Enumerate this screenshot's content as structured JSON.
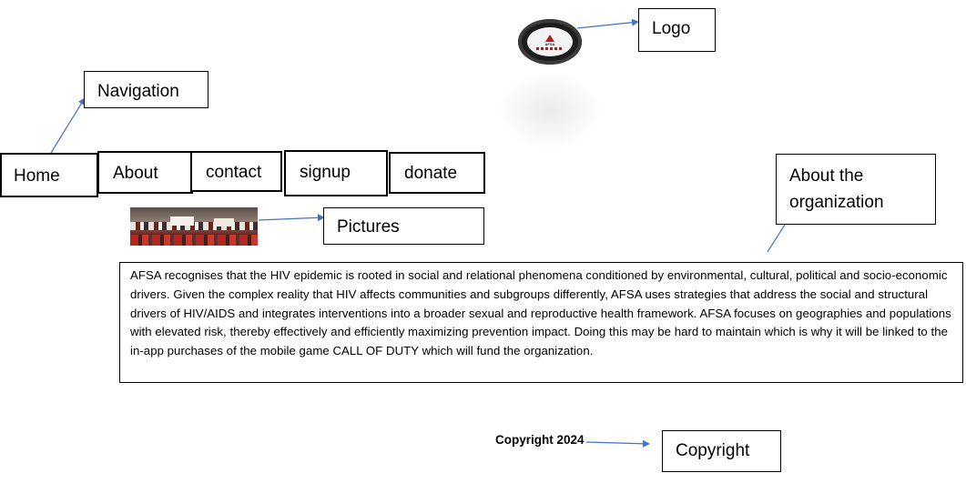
{
  "annotations": {
    "logo": "Logo",
    "navigation": "Navigation",
    "pictures": "Pictures",
    "about": "About the organization",
    "copyright": "Copyright"
  },
  "nav": {
    "items": [
      {
        "label": "Home"
      },
      {
        "label": "About"
      },
      {
        "label": "contact"
      },
      {
        "label": "signup"
      },
      {
        "label": "donate"
      }
    ]
  },
  "about_text": "AFSA recognises that the HIV epidemic is rooted in social and relational phenomena conditioned by environmental, cultural, political and socio-economic drivers. Given the complex reality that HIV affects communities and subgroups differently, AFSA uses strategies that address the social and structural drivers of HIV/AIDS and integrates interventions into a broader sexual and reproductive health framework. AFSA focuses on geographies and populations with elevated risk, thereby effectively and efficiently maximizing prevention impact. Doing this may be hard to maintain which is why it will be linked to the in-app purchases of the mobile game CALL OF DUTY which will fund the organization.",
  "footer": {
    "copyright_text": "Copyright 2024"
  },
  "colors": {
    "arrow": "#4472c4",
    "border": "#000000",
    "background": "#ffffff"
  }
}
